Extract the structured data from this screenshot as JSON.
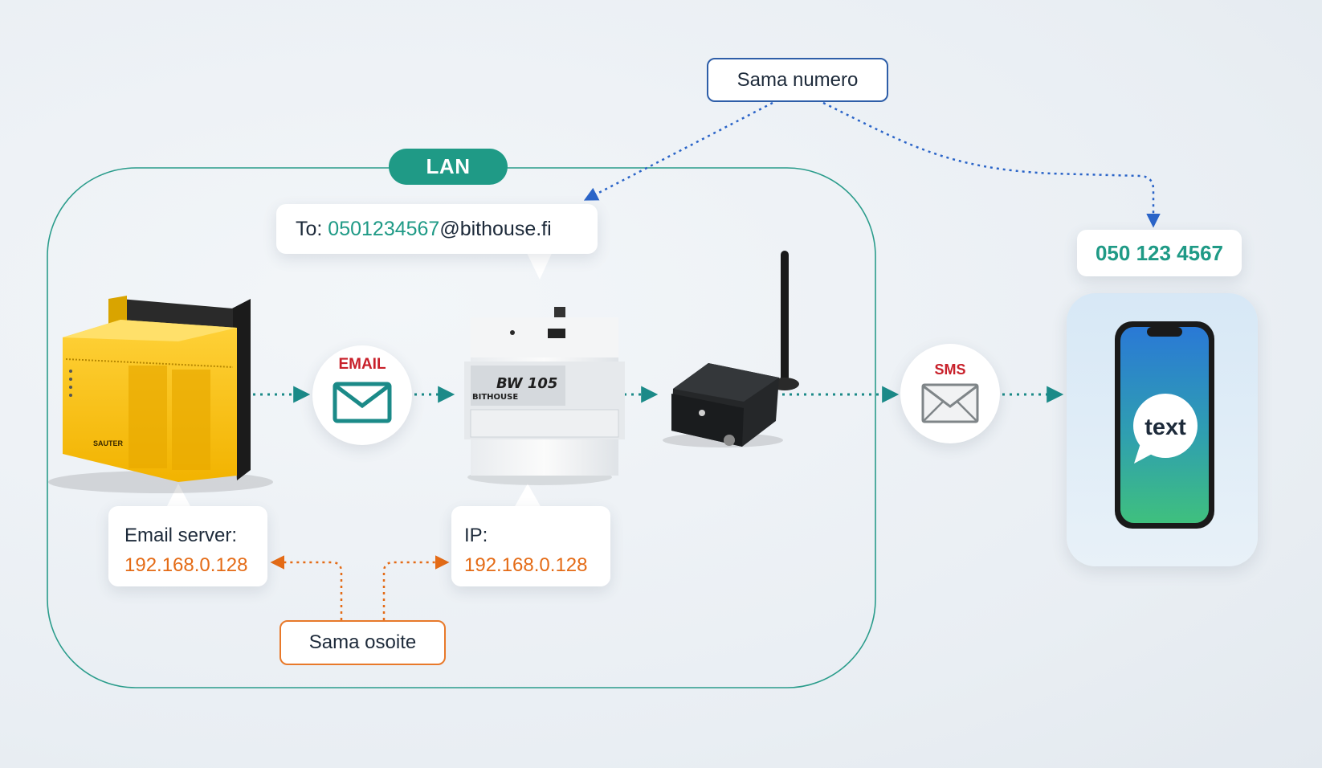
{
  "lan": {
    "label": "LAN"
  },
  "top_note": {
    "label": "Sama numero"
  },
  "bottom_note": {
    "label": "Sama osoite"
  },
  "recipient": {
    "prefix": "To: ",
    "number": "0501234567",
    "domain": "@bithouse.fi"
  },
  "email_server": {
    "label": "Email server:",
    "ip": "192.168.0.128"
  },
  "gateway_ip": {
    "label": "IP:",
    "ip": "192.168.0.128"
  },
  "phone_number": "050 123 4567",
  "email_badge": {
    "label": "EMAIL",
    "icon": "envelope-icon"
  },
  "sms_badge": {
    "label": "SMS",
    "icon": "envelope-icon"
  },
  "controller": {
    "brand": "SAUTER"
  },
  "gateway": {
    "model": "BW 105",
    "brand": "BITHOUSE"
  },
  "phone": {
    "bubble_text": "text"
  },
  "colors": {
    "teal": "#1f9a86",
    "orange": "#e46b16",
    "blue": "#2e5ea8",
    "red": "#c8202a"
  }
}
